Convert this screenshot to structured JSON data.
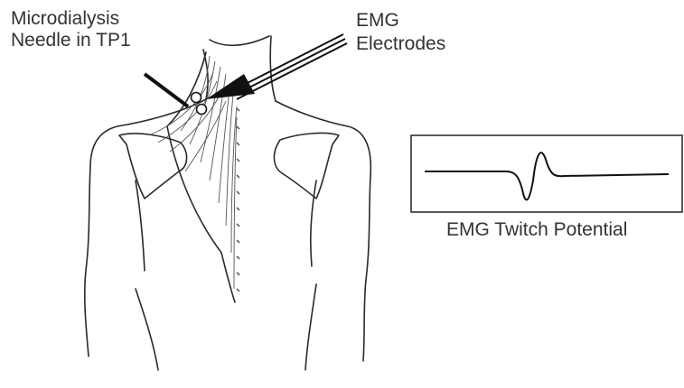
{
  "labels": {
    "needle_line1": "Microdialysis",
    "needle_line2": "Needle in TP1",
    "emg_line1": "EMG",
    "emg_line2": "Electrodes",
    "twitch": "EMG Twitch Potential"
  },
  "icons": [
    "needle-pointer-line",
    "emg-electrode-arrow",
    "electrode-circle",
    "emg-waveform"
  ],
  "colors": {
    "ink": "#222222",
    "muscle": "#555555",
    "background": "#ffffff"
  }
}
